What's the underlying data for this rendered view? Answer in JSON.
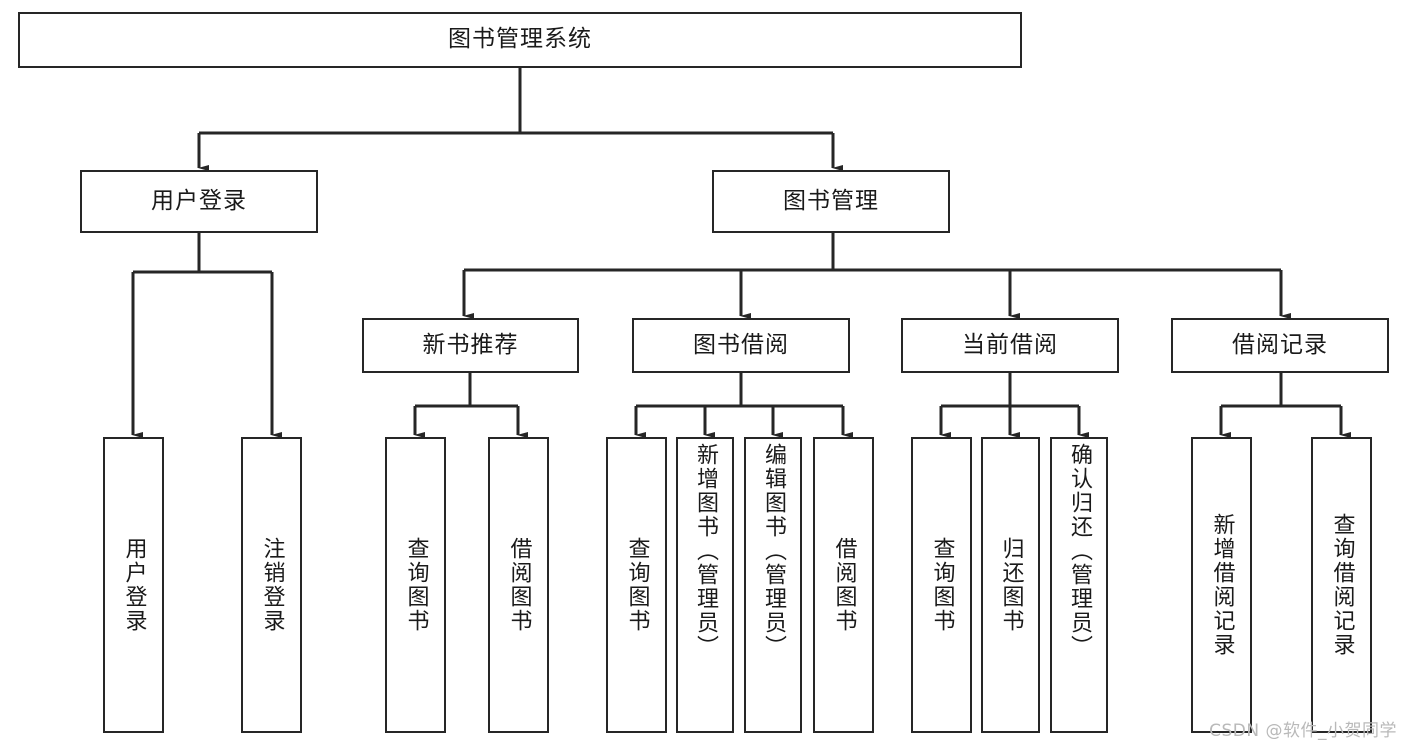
{
  "diagram": {
    "type": "tree-hierarchy",
    "title": "图书管理系统",
    "root": {
      "id": "root",
      "label": "图书管理系统",
      "orientation": "horizontal"
    },
    "level2": [
      {
        "id": "user-login",
        "label": "用户登录",
        "orientation": "horizontal"
      },
      {
        "id": "book-manage",
        "label": "图书管理",
        "orientation": "horizontal"
      }
    ],
    "level3": [
      {
        "id": "new-book-recommend",
        "label": "新书推荐",
        "orientation": "horizontal",
        "parent": "book-manage"
      },
      {
        "id": "book-borrow",
        "label": "图书借阅",
        "orientation": "horizontal",
        "parent": "book-manage"
      },
      {
        "id": "current-borrow",
        "label": "当前借阅",
        "orientation": "horizontal",
        "parent": "book-manage"
      },
      {
        "id": "borrow-record",
        "label": "借阅记录",
        "orientation": "horizontal",
        "parent": "book-manage"
      }
    ],
    "leaves": [
      {
        "id": "leaf-user-login",
        "label": "用户登录",
        "parent": "user-login",
        "orientation": "vertical"
      },
      {
        "id": "leaf-logout",
        "label": "注销登录",
        "parent": "user-login",
        "orientation": "vertical"
      },
      {
        "id": "leaf-query-book-1",
        "label": "查询图书",
        "parent": "new-book-recommend",
        "orientation": "vertical"
      },
      {
        "id": "leaf-borrow-book-1",
        "label": "借阅图书",
        "parent": "new-book-recommend",
        "orientation": "vertical"
      },
      {
        "id": "leaf-query-book-2",
        "label": "查询图书",
        "parent": "book-borrow",
        "orientation": "vertical"
      },
      {
        "id": "leaf-add-book",
        "label": "新增图书（管理员）",
        "parent": "book-borrow",
        "orientation": "vertical"
      },
      {
        "id": "leaf-edit-book",
        "label": "编辑图书（管理员）",
        "parent": "book-borrow",
        "orientation": "vertical"
      },
      {
        "id": "leaf-borrow-book-2",
        "label": "借阅图书",
        "parent": "book-borrow",
        "orientation": "vertical"
      },
      {
        "id": "leaf-query-book-3",
        "label": "查询图书",
        "parent": "current-borrow",
        "orientation": "vertical"
      },
      {
        "id": "leaf-return-book",
        "label": "归还图书",
        "parent": "current-borrow",
        "orientation": "vertical"
      },
      {
        "id": "leaf-confirm-return",
        "label": "确认归还（管理员）",
        "parent": "current-borrow",
        "orientation": "vertical"
      },
      {
        "id": "leaf-add-record",
        "label": "新增借阅记录",
        "parent": "borrow-record",
        "orientation": "vertical"
      },
      {
        "id": "leaf-query-record",
        "label": "查询借阅记录",
        "parent": "borrow-record",
        "orientation": "vertical"
      }
    ],
    "colors": {
      "stroke": "#262626",
      "text": "#1a1a1a",
      "background": "#ffffff",
      "watermark": "#b9b9b9"
    }
  },
  "watermark": {
    "text": "CSDN @软件_小贺同学"
  }
}
